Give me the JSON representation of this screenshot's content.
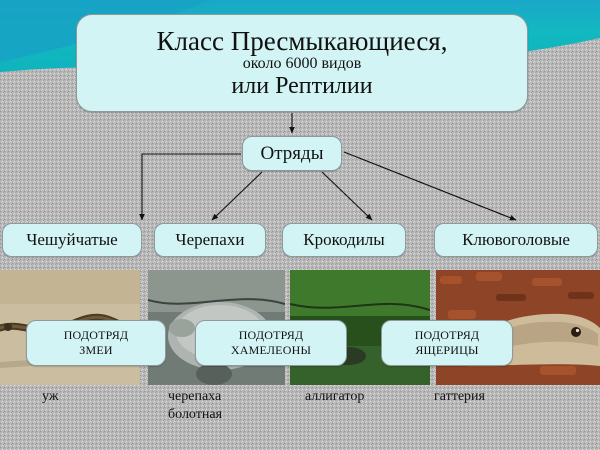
{
  "slide": {
    "title": {
      "line1": "Класс Пресмыкающиеся,",
      "line2": "около 6000 видов",
      "line3": "или Рептилии"
    },
    "orders_label": "Отряды",
    "orders": [
      {
        "label": "Чешуйчатые"
      },
      {
        "label": "Черепахи"
      },
      {
        "label": "Крокодилы"
      },
      {
        "label": "Клювоголовые"
      }
    ],
    "suborders": [
      {
        "line1": "ПОДОТРЯД",
        "line2": "ЗМЕИ"
      },
      {
        "line1": "ПОДОТРЯД",
        "line2": "ХАМЕЛЕОНЫ"
      },
      {
        "line1": "ПОДОТРЯД",
        "line2": "ЯЩЕРИЦЫ"
      }
    ],
    "captions": [
      {
        "text": "уж"
      },
      {
        "text": "черепаха болотная"
      },
      {
        "text": "аллигатор"
      },
      {
        "text": "гаттерия"
      }
    ],
    "photos": [
      {
        "name": "snake-photo"
      },
      {
        "name": "turtle-photo"
      },
      {
        "name": "alligator-photo"
      },
      {
        "name": "tuatara-photo"
      }
    ],
    "colors": {
      "node_fill": "#d3f4f4",
      "node_border": "#8d9a9a",
      "teal_band": "#0fb3bd",
      "background": "#b6b6b6",
      "connector": "#1a1a1a"
    }
  }
}
